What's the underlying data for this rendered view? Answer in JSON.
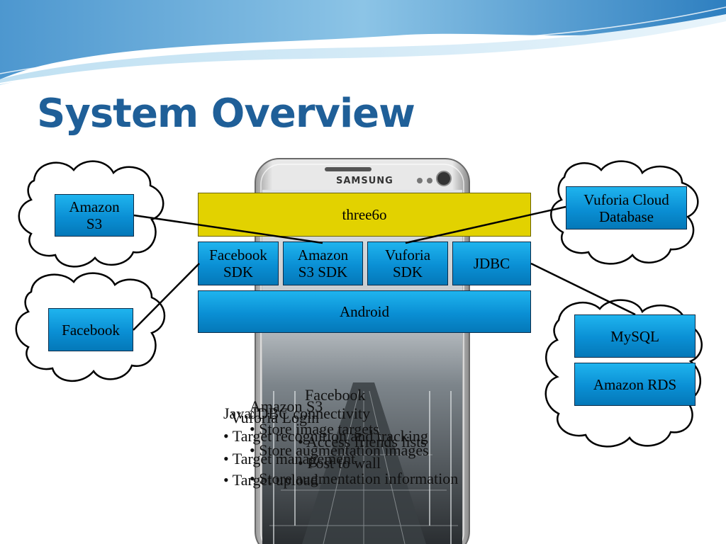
{
  "slide": {
    "title": "System Overview",
    "phone_brand": "SAMSUNG"
  },
  "diagram": {
    "app_layer": "three6o",
    "sdk_blocks": [
      {
        "line1": "Facebook",
        "line2": "SDK"
      },
      {
        "line1": "Amazon",
        "line2": "S3 SDK"
      },
      {
        "line1": "Vuforia",
        "line2": "SDK"
      },
      {
        "line1": "JDBC",
        "line2": ""
      }
    ],
    "platform_layer": "Android",
    "services": {
      "amazon_s3": {
        "line1": "Amazon",
        "line2": "S3"
      },
      "facebook": "Facebook",
      "vuforia_db": {
        "line1": "Vuforia Cloud",
        "line2": "Database"
      },
      "mysql": "MySQL",
      "amazon_rds": "Amazon RDS"
    }
  },
  "overlapping_notes": [
    {
      "text": "Facebook"
    },
    {
      "text": "Amazon S3"
    },
    {
      "text": "JavaJDBC connectivity"
    },
    {
      "text": "Vuforia Login"
    },
    {
      "text": "• Store image targets"
    },
    {
      "text": "• Target recognition and tracking"
    },
    {
      "text": "• Store augmentation images"
    },
    {
      "text": "• Access friends lists"
    },
    {
      "text": "• Target management"
    },
    {
      "text": "• Store augmentation information"
    },
    {
      "text": "• Target upload"
    },
    {
      "text": "• Post to wall"
    }
  ],
  "colors": {
    "title": "#1f5f98",
    "box_blue": "#0a8fd4",
    "box_yellow": "#e2d200"
  }
}
